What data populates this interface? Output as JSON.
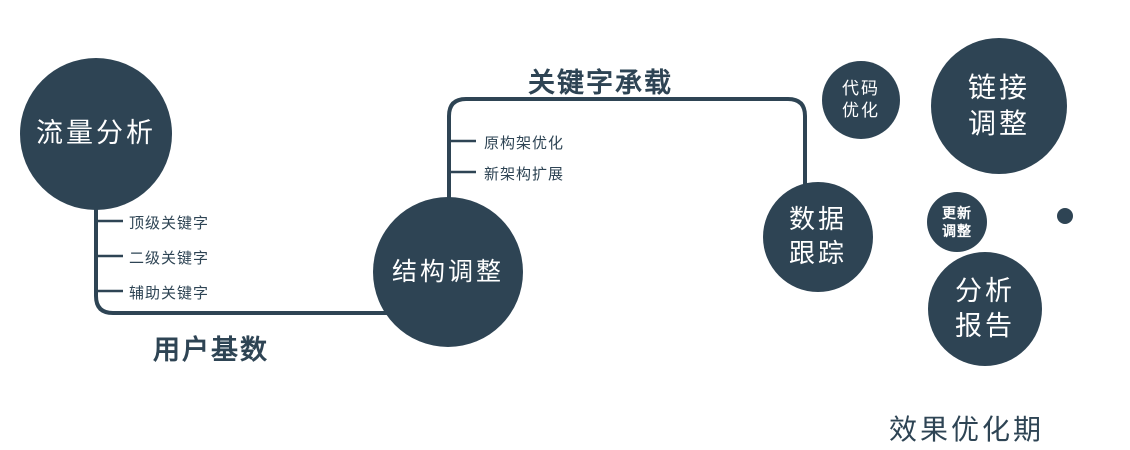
{
  "colors": {
    "navy": "#2e4454",
    "text_on_node": "#ffffff",
    "background": "#ffffff"
  },
  "nodes": {
    "traffic": {
      "label": "流量分析"
    },
    "structure": {
      "label": "结构调整"
    },
    "tracking": {
      "line1": "数据",
      "line2": "跟踪"
    },
    "code": {
      "line1": "代码",
      "line2": "优化"
    },
    "link": {
      "line1": "链接",
      "line2": "调整"
    },
    "update": {
      "line1": "更新",
      "line2": "调整"
    },
    "report": {
      "line1": "分析",
      "line2": "报告"
    }
  },
  "edges": {
    "user_base": "用户基数",
    "keyword_carry": "关键字承载"
  },
  "ticks": {
    "left": [
      "顶级关键字",
      "二级关键字",
      "辅助关键字"
    ],
    "mid": [
      "原构架优化",
      "新架构扩展"
    ]
  },
  "footer": "效果优化期"
}
